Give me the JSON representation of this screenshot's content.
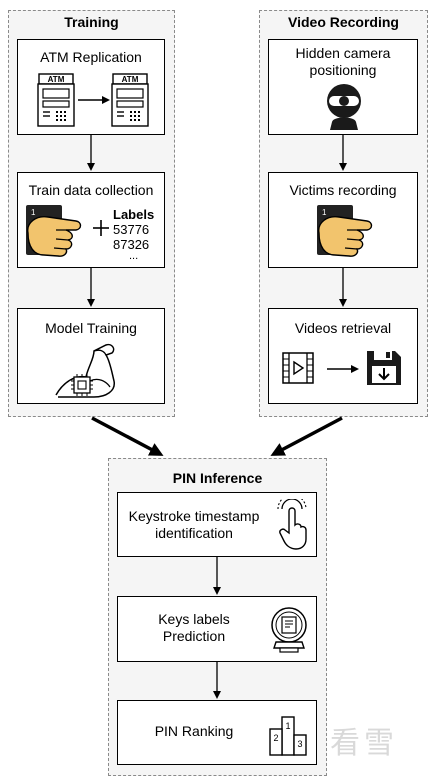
{
  "training": {
    "title": "Training",
    "atm_replication": {
      "title": "ATM Replication",
      "atm_label": "ATM"
    },
    "train_data": {
      "title": "Train data collection",
      "labels_header": "Labels",
      "label_1": "53776",
      "label_2": "87326",
      "label_more": "..."
    },
    "model_training": {
      "title": "Model Training"
    }
  },
  "video": {
    "title": "Video Recording",
    "camera": {
      "title_line1": "Hidden camera",
      "title_line2": "positioning"
    },
    "victims": {
      "title": "Victims recording"
    },
    "retrieval": {
      "title": "Videos retrieval"
    }
  },
  "inference": {
    "title": "PIN Inference",
    "keystroke": {
      "title_line1": "Keystroke timestamp",
      "title_line2": "identification"
    },
    "keys_labels": {
      "title_line1": "Keys labels",
      "title_line2": "Prediction"
    },
    "ranking": {
      "title": "PIN Ranking"
    }
  },
  "watermark": {
    "text": "看雪"
  },
  "colors": {
    "hand_fill": "#f2c46d",
    "group_bg": "#f5f5f5",
    "border": "#000000"
  }
}
